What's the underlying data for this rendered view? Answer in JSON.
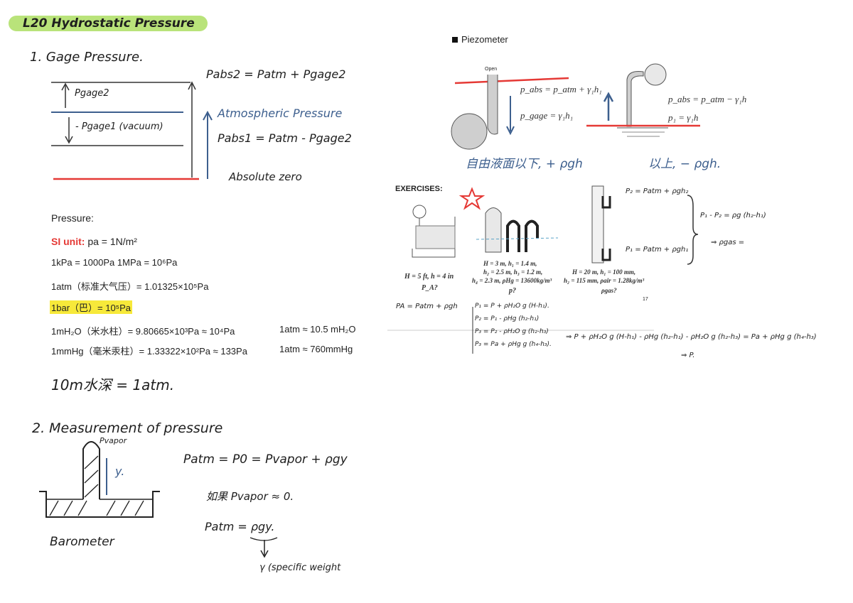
{
  "title": "L20 Hydrostatic Pressure",
  "section1": {
    "heading": "1. Gage Pressure.",
    "gage2_label": "Pgage2",
    "gage1_label": "- Pgage1 (vacuum)",
    "abs2_eq": "Pabs2 = Patm + Pgage2",
    "atm_label": "Atmospheric Pressure",
    "abs1_eq": "Pabs1 = Patm - Pgage2",
    "abs_zero": "Absolute zero"
  },
  "units": {
    "pressure_label": "Pressure:",
    "si_label": "SI unit:",
    "si_value": "pa = 1N/m²",
    "kpa": "1kPa = 1000Pa   1MPa = 10⁶Pa",
    "atm": "1atm（标准大气压）= 1.01325×10⁵Pa",
    "bar": "1bar（巴）= 10⁵Pa",
    "mh2o": "1mH₂O（米水柱）= 9.80665×10³Pa ≈ 10⁴Pa",
    "mh2o_atm": "1atm ≈ 10.5 mH₂O",
    "mmhg": "1mmHg（毫米汞柱）= 1.33322×10²Pa ≈ 133Pa",
    "mmhg_atm": "1atm ≈ 760mmHg",
    "note": "10m水深 = 1atm."
  },
  "section2": {
    "heading": "2. Measurement of pressure",
    "pvapor_label": "Pvapor",
    "y_label": "y.",
    "barometer_label": "Barometer",
    "eq1": "Patm = P0 = Pvapor + ρgy",
    "eq2": "如果 Pvapor ≈ 0.",
    "eq3": "Patm = ρgy.",
    "arrow_note": "γ (specific weight"
  },
  "piezometer": {
    "heading": "Piezometer",
    "open_label": "Open",
    "eq_left_1": "p_abs = p_atm + γ₁h₁",
    "eq_left_2": "p_gage = γ₁h₁",
    "eq_right_1": "p_abs = p_atm − γ₁h",
    "eq_right_2": "p₁ = γ₁h",
    "note_left": "自由液面以下, + ρgh",
    "note_right": "以上, − ρgh."
  },
  "exercises": {
    "heading": "EXERCISES:",
    "ex1_caption_1": "H = 5 ft, h = 4 in",
    "ex1_caption_2": "P_A?",
    "ex2_caption_1": "H = 3 m, h₁ = 1.4 m,",
    "ex2_caption_2": "h₂ = 2.5 m, h₃ = 1.2 m,",
    "ex2_caption_3": "h₄ = 2.3 m, ρHg = 13600kg/m³",
    "ex2_caption_4": "p?",
    "ex3_caption_1": "H = 20 m, h₁ = 100 mm,",
    "ex3_caption_2": "h₂ = 115 mm, ρair = 1.28kg/m³",
    "ex3_caption_3": "ρgas?",
    "page_number": "17",
    "p2_eq": "P₂ = Patm + ρgh₂",
    "p1_eq": "P₁ = Patm + ρgh₁",
    "diff_eq": "P₁ - P₂ = ρg (h₂-h₁)",
    "gas_eq": "⇒ ρgas =",
    "pa_eq": "PA = Patm + ρgh",
    "step1": "P₁ = P + ρH₂O g (H-h₁).",
    "step2": "P₂ = P₁ - ρHg (h₂-h₁)",
    "step3": "P₃ = P₂ - ρH₂O g (h₂-h₃)",
    "step4": "P₃ = Pa + ρHg g (h₄-h₃).",
    "long_eq": "⇒ P + ρH₂O g (H-h₁) - ρHg (h₂-h₁) - ρH₂O g (h₂-h₃) = Pa + ρHg g (h₄-h₃)",
    "result": "⇒ P."
  },
  "colors": {
    "title_highlight": "#b9e37a",
    "red_line": "#e53935",
    "blue_ink": "#3d5f8e",
    "bar_highlight": "#f7e93a",
    "si_red": "#e53935",
    "star": "#e53935"
  }
}
